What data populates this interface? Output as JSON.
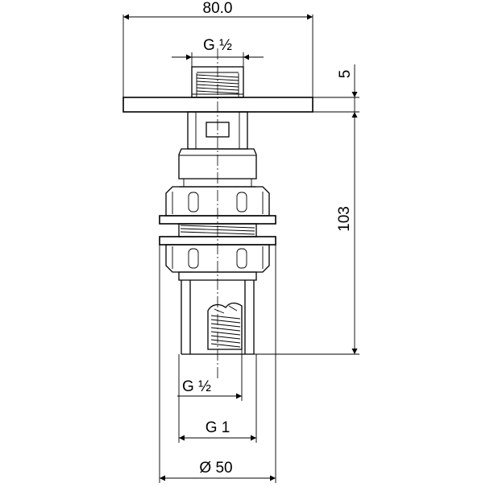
{
  "dimensions": {
    "width_top": "80.0",
    "thread_top": "G ½",
    "plate_thickness": "5",
    "height": "103",
    "thread_inner": "G ½",
    "thread_outer": "G 1",
    "diameter": "Ø 50"
  }
}
